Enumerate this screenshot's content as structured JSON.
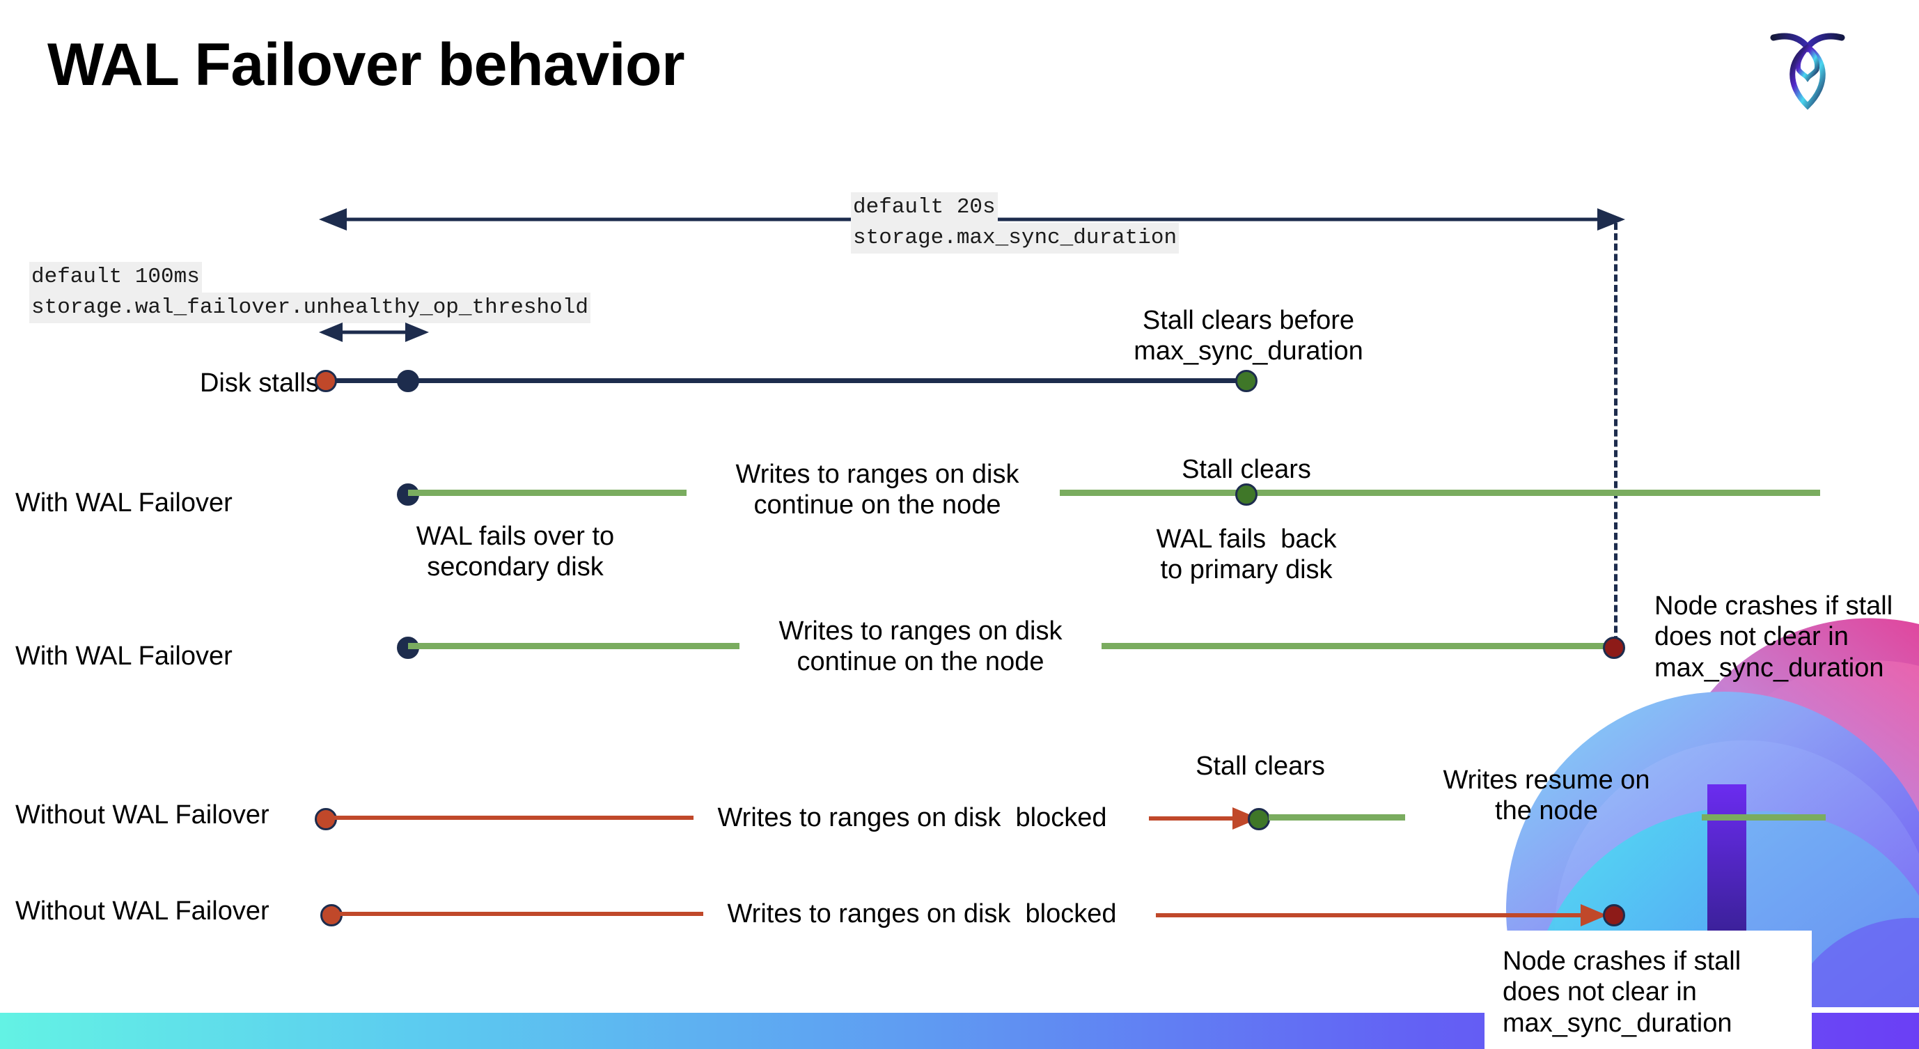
{
  "slide": {
    "title": "WAL Failover behavior",
    "logo_name": "cockroachdb-logo"
  },
  "annotations": {
    "max_sync": {
      "default": "default 20s",
      "setting": "storage.max_sync_duration"
    },
    "unhealthy_op": {
      "default": "default 100ms",
      "setting": "storage.wal_failover.unhealthy_op_threshold"
    }
  },
  "rows": [
    {
      "label": "Disk stalls",
      "note_right": "Stall clears before\nmax_sync_duration"
    },
    {
      "label": "With WAL Failover",
      "note_mid": "Writes to ranges on disk\ncontinue on the node",
      "note_below_start": "WAL fails over to\nsecondary disk",
      "note_above_green": "Stall clears",
      "note_below_green": "WAL fails  back\nto primary disk"
    },
    {
      "label": "With WAL Failover",
      "note_mid": "Writes to ranges on disk\ncontinue on the node",
      "note_right": "Node crashes if stall\ndoes not clear in\nmax_sync_duration"
    },
    {
      "label": "Without WAL Failover",
      "note_mid": "Writes to ranges on disk  blocked",
      "note_above_green": "Stall clears",
      "note_right": "Writes resume on\nthe node"
    },
    {
      "label": "Without WAL Failover",
      "note_mid": "Writes to ranges on disk  blocked",
      "note_callout": "Node crashes if stall\ndoes not clear in\nmax_sync_duration"
    }
  ],
  "colors": {
    "navy": "#1d2c4d",
    "red": "#c0482a",
    "green_line": "#7aac5f",
    "green_dot": "#3f7728",
    "dark_red_dot": "#8d1b18",
    "chip_bg": "#efefef"
  }
}
